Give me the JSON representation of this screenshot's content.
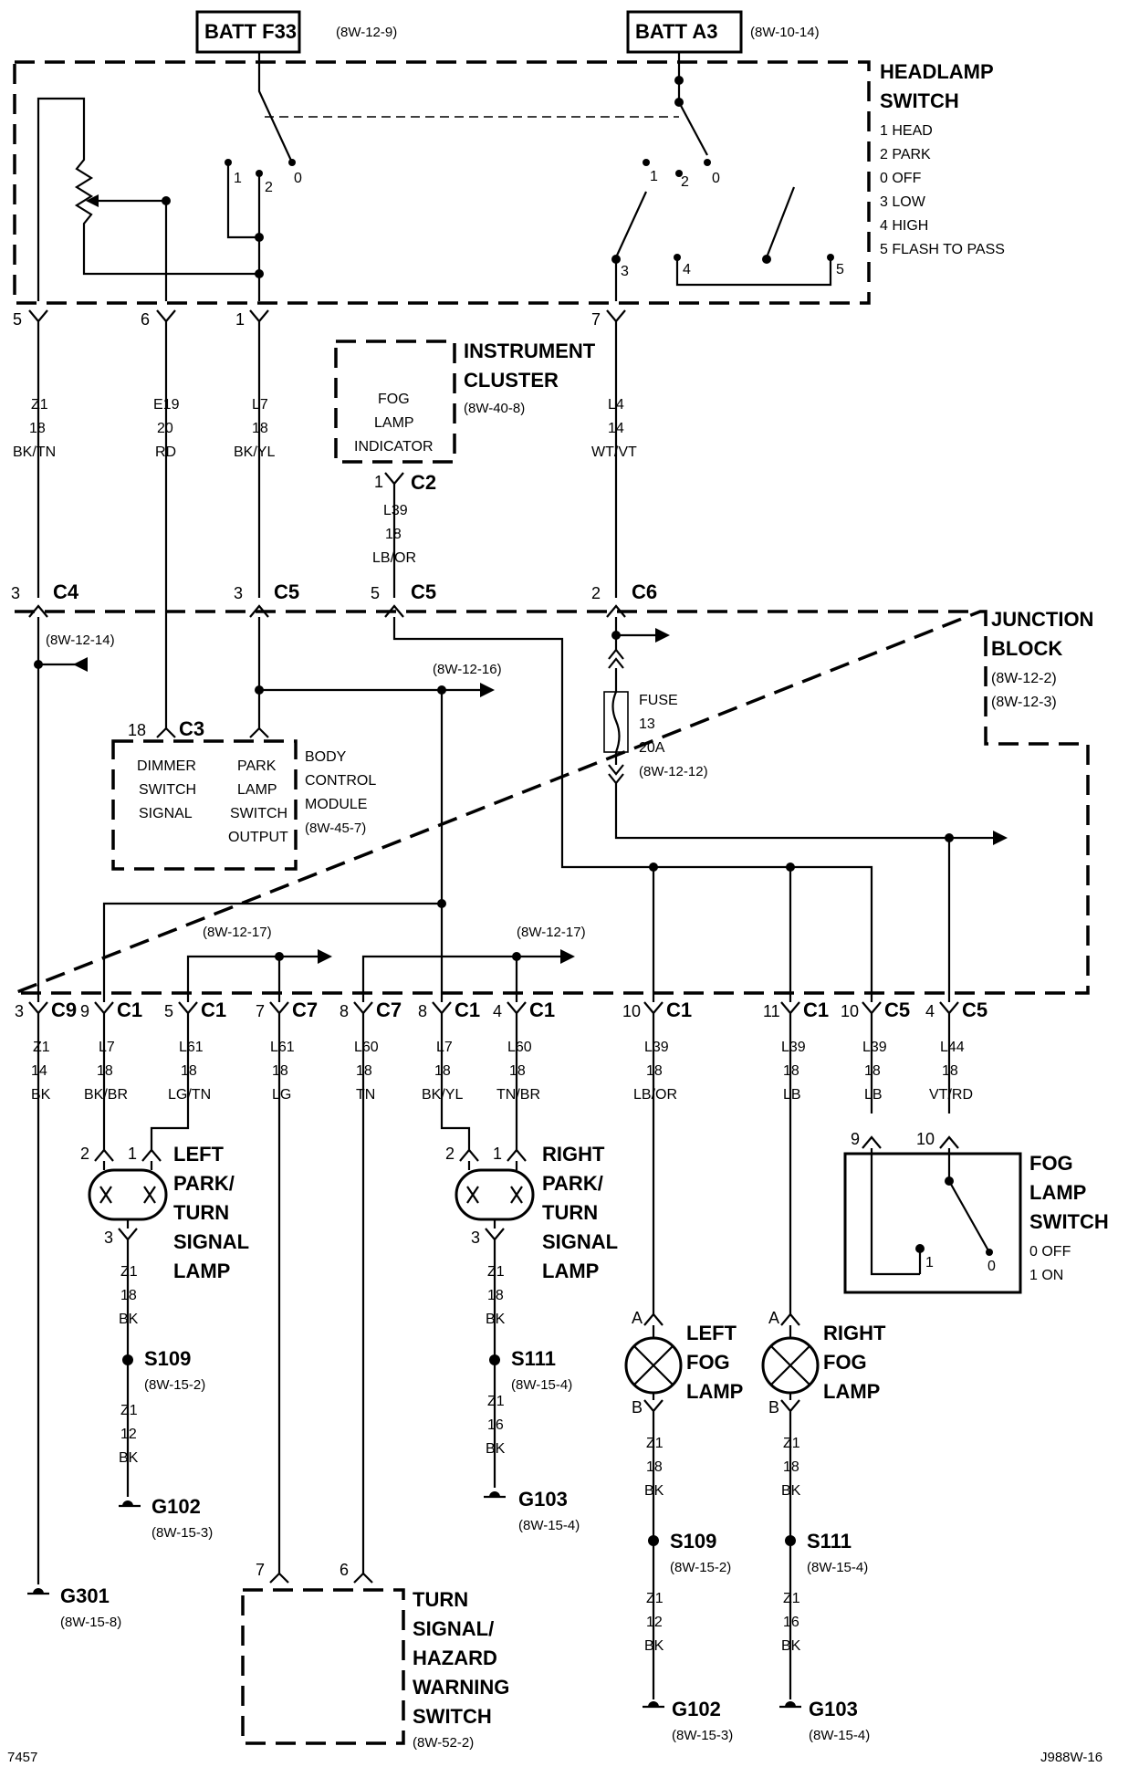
{
  "batt_f33": {
    "name": "BATT F33",
    "ref": "(8W-12-9)"
  },
  "batt_a3": {
    "name": "BATT A3",
    "ref": "(8W-10-14)"
  },
  "headlamp_switch": {
    "title1": "HEADLAMP",
    "title2": "SWITCH",
    "positions": [
      "1 HEAD",
      "2 PARK",
      "0 OFF",
      "3 LOW",
      "4 HIGH",
      "5 FLASH TO PASS"
    ],
    "contacts": {
      "a1": "1",
      "a2": "2",
      "a0": "0",
      "b1": "1",
      "b2": "2",
      "b0": "0",
      "b3": "3",
      "b4": "4",
      "b5": "5"
    }
  },
  "instrument_cluster": {
    "title1": "INSTRUMENT",
    "title2": "CLUSTER",
    "ref": "(8W-40-8)",
    "ind1": "FOG",
    "ind2": "LAMP",
    "ind3": "INDICATOR",
    "pin": "1",
    "conn": "C2"
  },
  "junction_block": {
    "title1": "JUNCTION",
    "title2": "BLOCK",
    "ref1": "(8W-12-2)",
    "ref2": "(8W-12-3)",
    "ref_c4": "(8W-12-14)",
    "ref_mid": "(8W-12-16)",
    "ref_l": "(8W-12-17)",
    "ref_r": "(8W-12-17)"
  },
  "fuse": {
    "l1": "FUSE",
    "l2": "13",
    "l3": "20A",
    "ref": "(8W-12-12)"
  },
  "bcm": {
    "pin": "18",
    "conn": "C3",
    "s1": "DIMMER",
    "s2": "SWITCH",
    "s3": "SIGNAL",
    "p1": "PARK",
    "p2": "LAMP",
    "p3": "SWITCH",
    "p4": "OUTPUT",
    "t1": "BODY",
    "t2": "CONTROL",
    "t3": "MODULE",
    "ref": "(8W-45-7)"
  },
  "top_pins": [
    {
      "pin": "5",
      "wire": [
        "Z1",
        "18",
        "BK/TN"
      ]
    },
    {
      "pin": "6",
      "wire": [
        "E19",
        "20",
        "RD"
      ]
    },
    {
      "pin": "1",
      "wire": [
        "L7",
        "18",
        "BK/YL"
      ]
    },
    {
      "pin": "7",
      "wire": [
        "L4",
        "14",
        "WT/VT"
      ]
    }
  ],
  "l39_top": {
    "wire": [
      "L39",
      "18",
      "LB/OR"
    ]
  },
  "jb_top": [
    {
      "pin": "3",
      "conn": "C4"
    },
    {
      "pin": "3",
      "conn": "C5"
    },
    {
      "pin": "5",
      "conn": "C5"
    },
    {
      "pin": "2",
      "conn": "C6"
    }
  ],
  "jb_bottom": [
    {
      "pin": "3",
      "conn": "C9",
      "wire": [
        "Z1",
        "14",
        "BK"
      ]
    },
    {
      "pin": "9",
      "conn": "C1",
      "wire": [
        "L7",
        "18",
        "BK/BR"
      ]
    },
    {
      "pin": "5",
      "conn": "C1",
      "wire": [
        "L61",
        "18",
        "LG/TN"
      ]
    },
    {
      "pin": "7",
      "conn": "C7",
      "wire": [
        "L61",
        "18",
        "LG"
      ]
    },
    {
      "pin": "8",
      "conn": "C7",
      "wire": [
        "L60",
        "18",
        "TN"
      ]
    },
    {
      "pin": "8",
      "conn": "C1",
      "wire": [
        "L7",
        "18",
        "BK/YL"
      ]
    },
    {
      "pin": "4",
      "conn": "C1",
      "wire": [
        "L60",
        "18",
        "TN/BR"
      ]
    },
    {
      "pin": "10",
      "conn": "C1",
      "wire": [
        "L39",
        "18",
        "LB/OR"
      ]
    },
    {
      "pin": "11",
      "conn": "C1",
      "wire": [
        "L39",
        "18",
        "LB"
      ]
    },
    {
      "pin": "10",
      "conn": "C5",
      "wire": [
        "L39",
        "18",
        "LB"
      ]
    },
    {
      "pin": "4",
      "conn": "C5",
      "wire": [
        "L44",
        "18",
        "VT/RD"
      ]
    }
  ],
  "left_park": {
    "t1": "LEFT",
    "t2": "PARK/",
    "t3": "TURN",
    "t4": "SIGNAL",
    "t5": "LAMP",
    "p2": "2",
    "p1": "1",
    "p3": "3",
    "wire1": [
      "Z1",
      "18",
      "BK"
    ],
    "splice": "S109",
    "splice_ref": "(8W-15-2)",
    "wire2": [
      "Z1",
      "12",
      "BK"
    ],
    "ground": "G102",
    "ground_ref": "(8W-15-3)"
  },
  "right_park": {
    "t1": "RIGHT",
    "t2": "PARK/",
    "t3": "TURN",
    "t4": "SIGNAL",
    "t5": "LAMP",
    "p2": "2",
    "p1": "1",
    "p3": "3",
    "wire1": [
      "Z1",
      "18",
      "BK"
    ],
    "splice": "S111",
    "splice_ref": "(8W-15-4)",
    "wire2": [
      "Z1",
      "16",
      "BK"
    ],
    "ground": "G103",
    "ground_ref": "(8W-15-4)"
  },
  "left_fog": {
    "t1": "LEFT",
    "t2": "FOG",
    "t3": "LAMP",
    "pa": "A",
    "pb": "B",
    "wire1": [
      "Z1",
      "18",
      "BK"
    ],
    "splice": "S109",
    "splice_ref": "(8W-15-2)",
    "wire2": [
      "Z1",
      "12",
      "BK"
    ],
    "ground": "G102",
    "ground_ref": "(8W-15-3)"
  },
  "right_fog": {
    "t1": "RIGHT",
    "t2": "FOG",
    "t3": "LAMP",
    "pa": "A",
    "pb": "B",
    "wire1": [
      "Z1",
      "18",
      "BK"
    ],
    "splice": "S111",
    "splice_ref": "(8W-15-4)",
    "wire2": [
      "Z1",
      "16",
      "BK"
    ],
    "ground": "G103",
    "ground_ref": "(8W-15-4)"
  },
  "fog_switch": {
    "t1": "FOG",
    "t2": "LAMP",
    "t3": "SWITCH",
    "pos1": "0 OFF",
    "pos2": "1 ON",
    "p9": "9",
    "p10": "10",
    "c1": "1",
    "c0": "0"
  },
  "g301": {
    "name": "G301",
    "ref": "(8W-15-8)"
  },
  "turn_switch": {
    "t1": "TURN",
    "t2": "SIGNAL/",
    "t3": "HAZARD",
    "t4": "WARNING",
    "t5": "SWITCH",
    "ref": "(8W-52-2)",
    "p7": "7",
    "p6": "6"
  },
  "footer": {
    "left": "7457",
    "right": "J988W-16"
  }
}
